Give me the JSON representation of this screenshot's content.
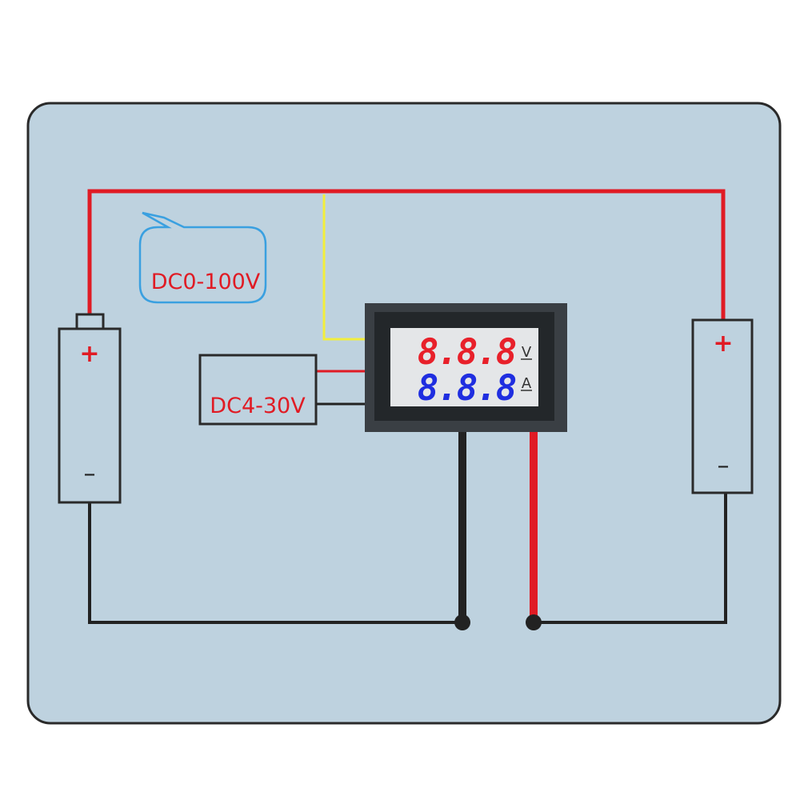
{
  "diagram": {
    "input_voltage_label": "DC0-100V",
    "supply_voltage_label": "DC4-30V",
    "display": {
      "voltage_reading": "8.8.8",
      "voltage_unit": "V",
      "current_reading": "8.8.8",
      "current_unit": "A"
    },
    "battery_left": {
      "plus": "+",
      "minus": "–"
    },
    "battery_right": {
      "plus": "+",
      "minus": "–"
    }
  },
  "colors": {
    "board": "#bed2df",
    "wire_positive": "#e01b24",
    "wire_signal": "#f2ee3c",
    "wire_ground": "#222222",
    "voltage_digits": "#e8202a",
    "current_digits": "#1f2ee0",
    "callout_border": "#3aa0e0"
  }
}
